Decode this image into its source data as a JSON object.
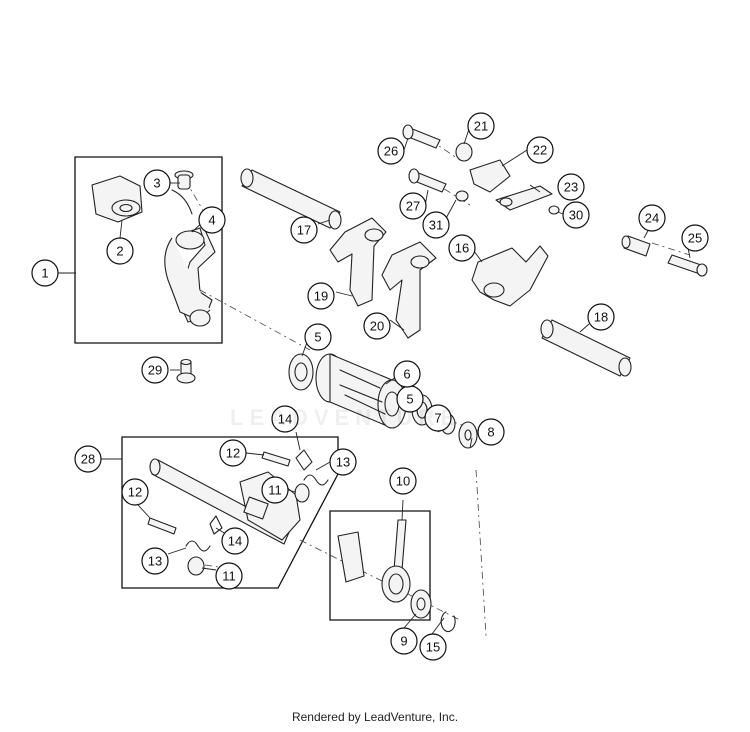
{
  "footer": {
    "credit": "Rendered by LeadVenture, Inc."
  },
  "watermark": {
    "text": "LEADVENTURE"
  },
  "callouts": [
    {
      "id": "c1",
      "label": "1"
    },
    {
      "id": "c2",
      "label": "2"
    },
    {
      "id": "c3",
      "label": "3"
    },
    {
      "id": "c4",
      "label": "4"
    },
    {
      "id": "c5a",
      "label": "5"
    },
    {
      "id": "c5b",
      "label": "5"
    },
    {
      "id": "c6",
      "label": "6"
    },
    {
      "id": "c7",
      "label": "7"
    },
    {
      "id": "c8",
      "label": "8"
    },
    {
      "id": "c9",
      "label": "9"
    },
    {
      "id": "c10",
      "label": "10"
    },
    {
      "id": "c11a",
      "label": "11"
    },
    {
      "id": "c11b",
      "label": "11"
    },
    {
      "id": "c12a",
      "label": "12"
    },
    {
      "id": "c12b",
      "label": "12"
    },
    {
      "id": "c13a",
      "label": "13"
    },
    {
      "id": "c13b",
      "label": "13"
    },
    {
      "id": "c14a",
      "label": "14"
    },
    {
      "id": "c14b",
      "label": "14"
    },
    {
      "id": "c15",
      "label": "15"
    },
    {
      "id": "c16",
      "label": "16"
    },
    {
      "id": "c17",
      "label": "17"
    },
    {
      "id": "c18",
      "label": "18"
    },
    {
      "id": "c19",
      "label": "19"
    },
    {
      "id": "c20",
      "label": "20"
    },
    {
      "id": "c21",
      "label": "21"
    },
    {
      "id": "c22",
      "label": "22"
    },
    {
      "id": "c23",
      "label": "23"
    },
    {
      "id": "c24",
      "label": "24"
    },
    {
      "id": "c25",
      "label": "25"
    },
    {
      "id": "c26",
      "label": "26"
    },
    {
      "id": "c27",
      "label": "27"
    },
    {
      "id": "c28",
      "label": "28"
    },
    {
      "id": "c29",
      "label": "29"
    },
    {
      "id": "c30",
      "label": "30"
    },
    {
      "id": "c31",
      "label": "31"
    }
  ]
}
